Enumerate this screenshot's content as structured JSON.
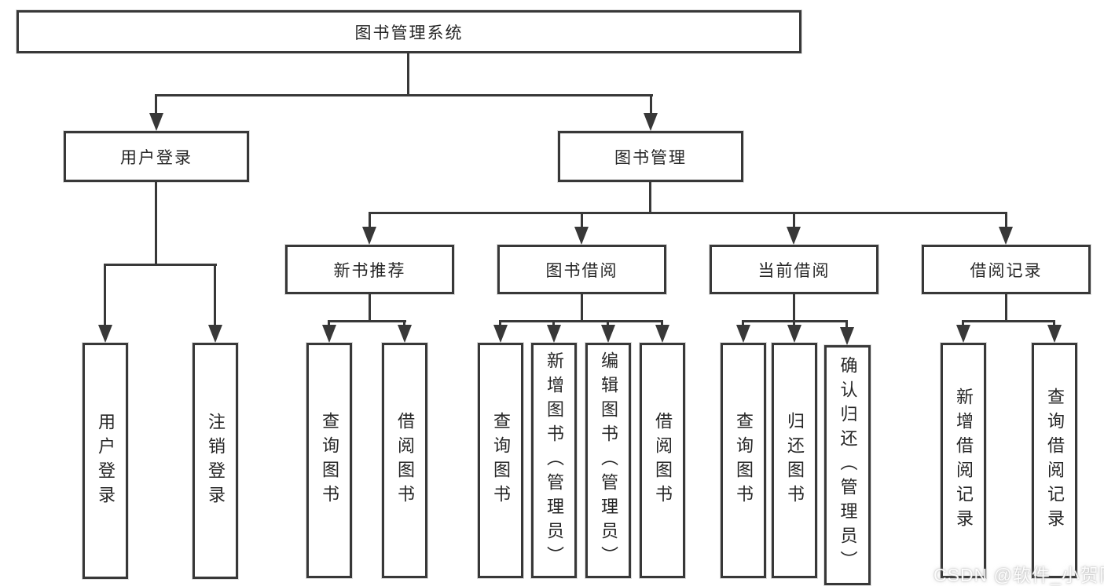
{
  "diagram": {
    "root": "图书管理系统",
    "branches": {
      "user_login": {
        "label": "用户登录",
        "children": [
          "用户登录",
          "注销登录"
        ]
      },
      "book_mgmt": {
        "label": "图书管理",
        "children": {
          "new_book_rec": {
            "label": "新书推荐",
            "children": [
              "查询图书",
              "借阅图书"
            ]
          },
          "book_borrow": {
            "label": "图书借阅",
            "children": [
              "查询图书",
              "新增图书（管理员）",
              "编辑图书（管理员）",
              "借阅图书"
            ]
          },
          "current_borrow": {
            "label": "当前借阅",
            "children": [
              "查询图书",
              "归还图书",
              "确认归还（管理员）"
            ]
          },
          "borrow_records": {
            "label": "借阅记录",
            "children": [
              "新增借阅记录",
              "查询借阅记录"
            ]
          }
        }
      }
    },
    "watermark": "CSDN @软件_小贺同学"
  },
  "colors": {
    "line": "#383838",
    "text": "#262626",
    "background": "#ffffff",
    "watermark_text": "#ffffff"
  }
}
